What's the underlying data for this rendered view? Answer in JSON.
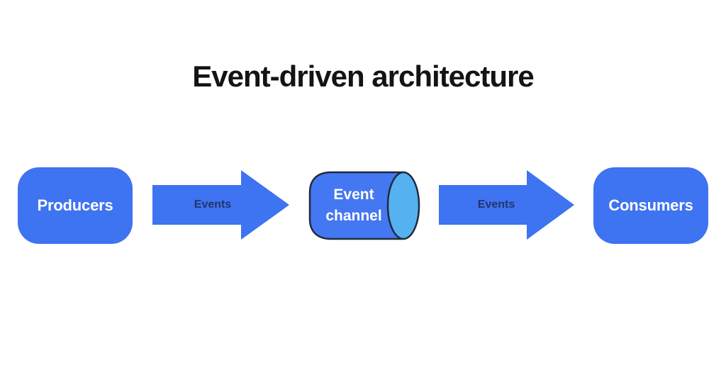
{
  "title": "Event-driven architecture",
  "colors": {
    "background": "#ffffff",
    "title_text": "#141414",
    "shape_blue": "#3E73F1",
    "cylinder_body": "#4477F2",
    "cylinder_face": "#55B1F0",
    "outline": "#1F2B3E",
    "node_label": "#ffffff",
    "edge_label": "#24356B"
  },
  "diagram": {
    "nodes": [
      {
        "id": "producers",
        "label": "Producers",
        "shape": "rounded-rect"
      },
      {
        "id": "event-channel",
        "label": "Event channel",
        "label_lines": [
          "Event",
          "channel"
        ],
        "shape": "cylinder"
      },
      {
        "id": "consumers",
        "label": "Consumers",
        "shape": "rounded-rect"
      }
    ],
    "edges": [
      {
        "from": "producers",
        "to": "event-channel",
        "label": "Events"
      },
      {
        "from": "event-channel",
        "to": "consumers",
        "label": "Events"
      }
    ]
  }
}
